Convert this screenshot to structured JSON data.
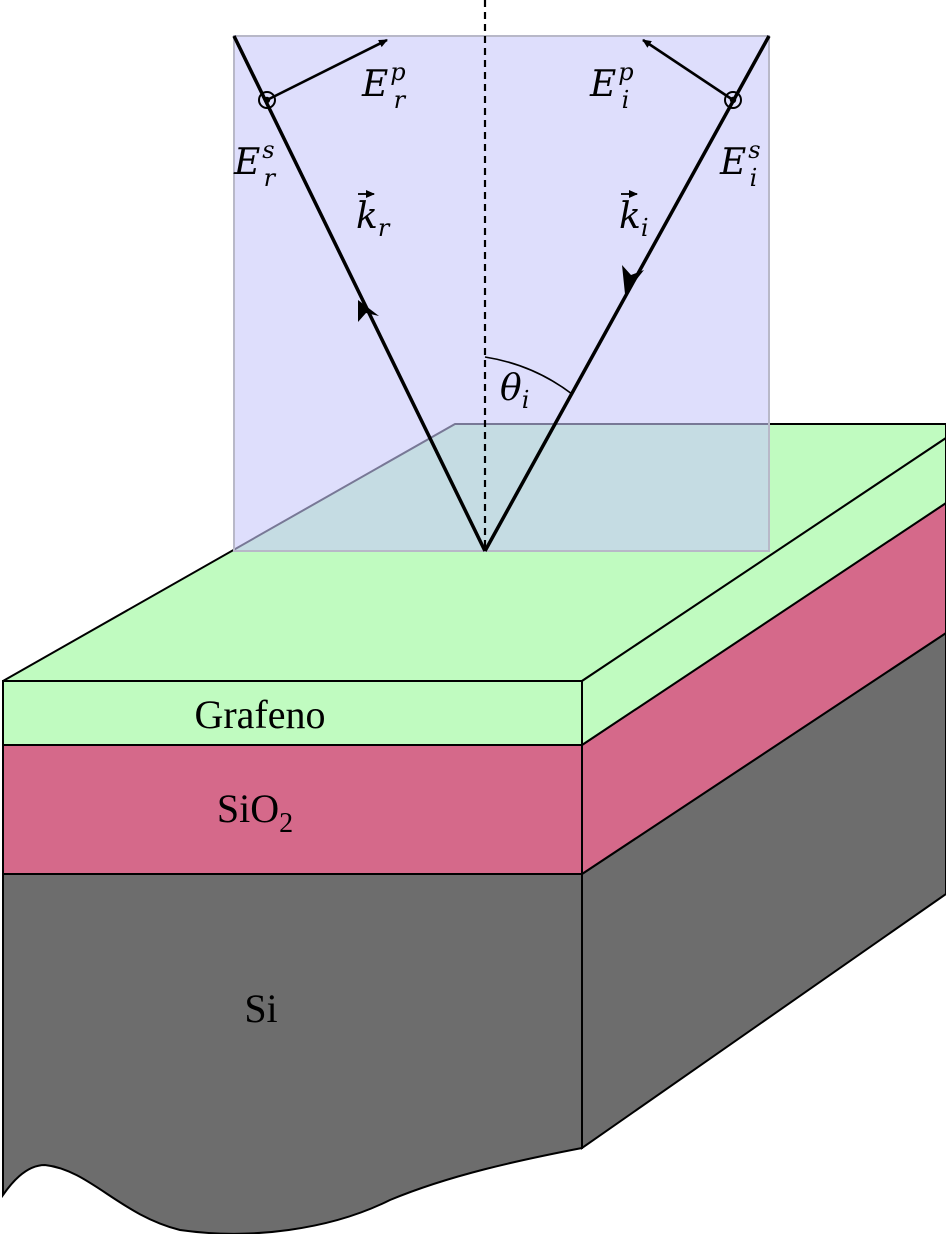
{
  "diagram": {
    "layers": [
      {
        "id": "graphene",
        "label": "Grafeno",
        "color": "#c0fbc0"
      },
      {
        "id": "sio2",
        "label_main": "SiO",
        "label_sub": "2",
        "color": "#d5698a"
      },
      {
        "id": "si",
        "label": "Si",
        "color": "#6d6d6d"
      }
    ],
    "plane_of_incidence": {
      "color": "#c8c8fa"
    },
    "incident": {
      "wavevector": {
        "main": "k",
        "sub": "i"
      },
      "e_p": {
        "main": "E",
        "sub": "i",
        "sup": "p"
      },
      "e_s": {
        "main": "E",
        "sub": "i",
        "sup": "s"
      }
    },
    "reflected": {
      "wavevector": {
        "main": "k",
        "sub": "r"
      },
      "e_p": {
        "main": "E",
        "sub": "r",
        "sup": "p"
      },
      "e_s": {
        "main": "E",
        "sub": "r",
        "sup": "s"
      }
    },
    "angle": {
      "main": "θ",
      "sub": "i"
    }
  }
}
